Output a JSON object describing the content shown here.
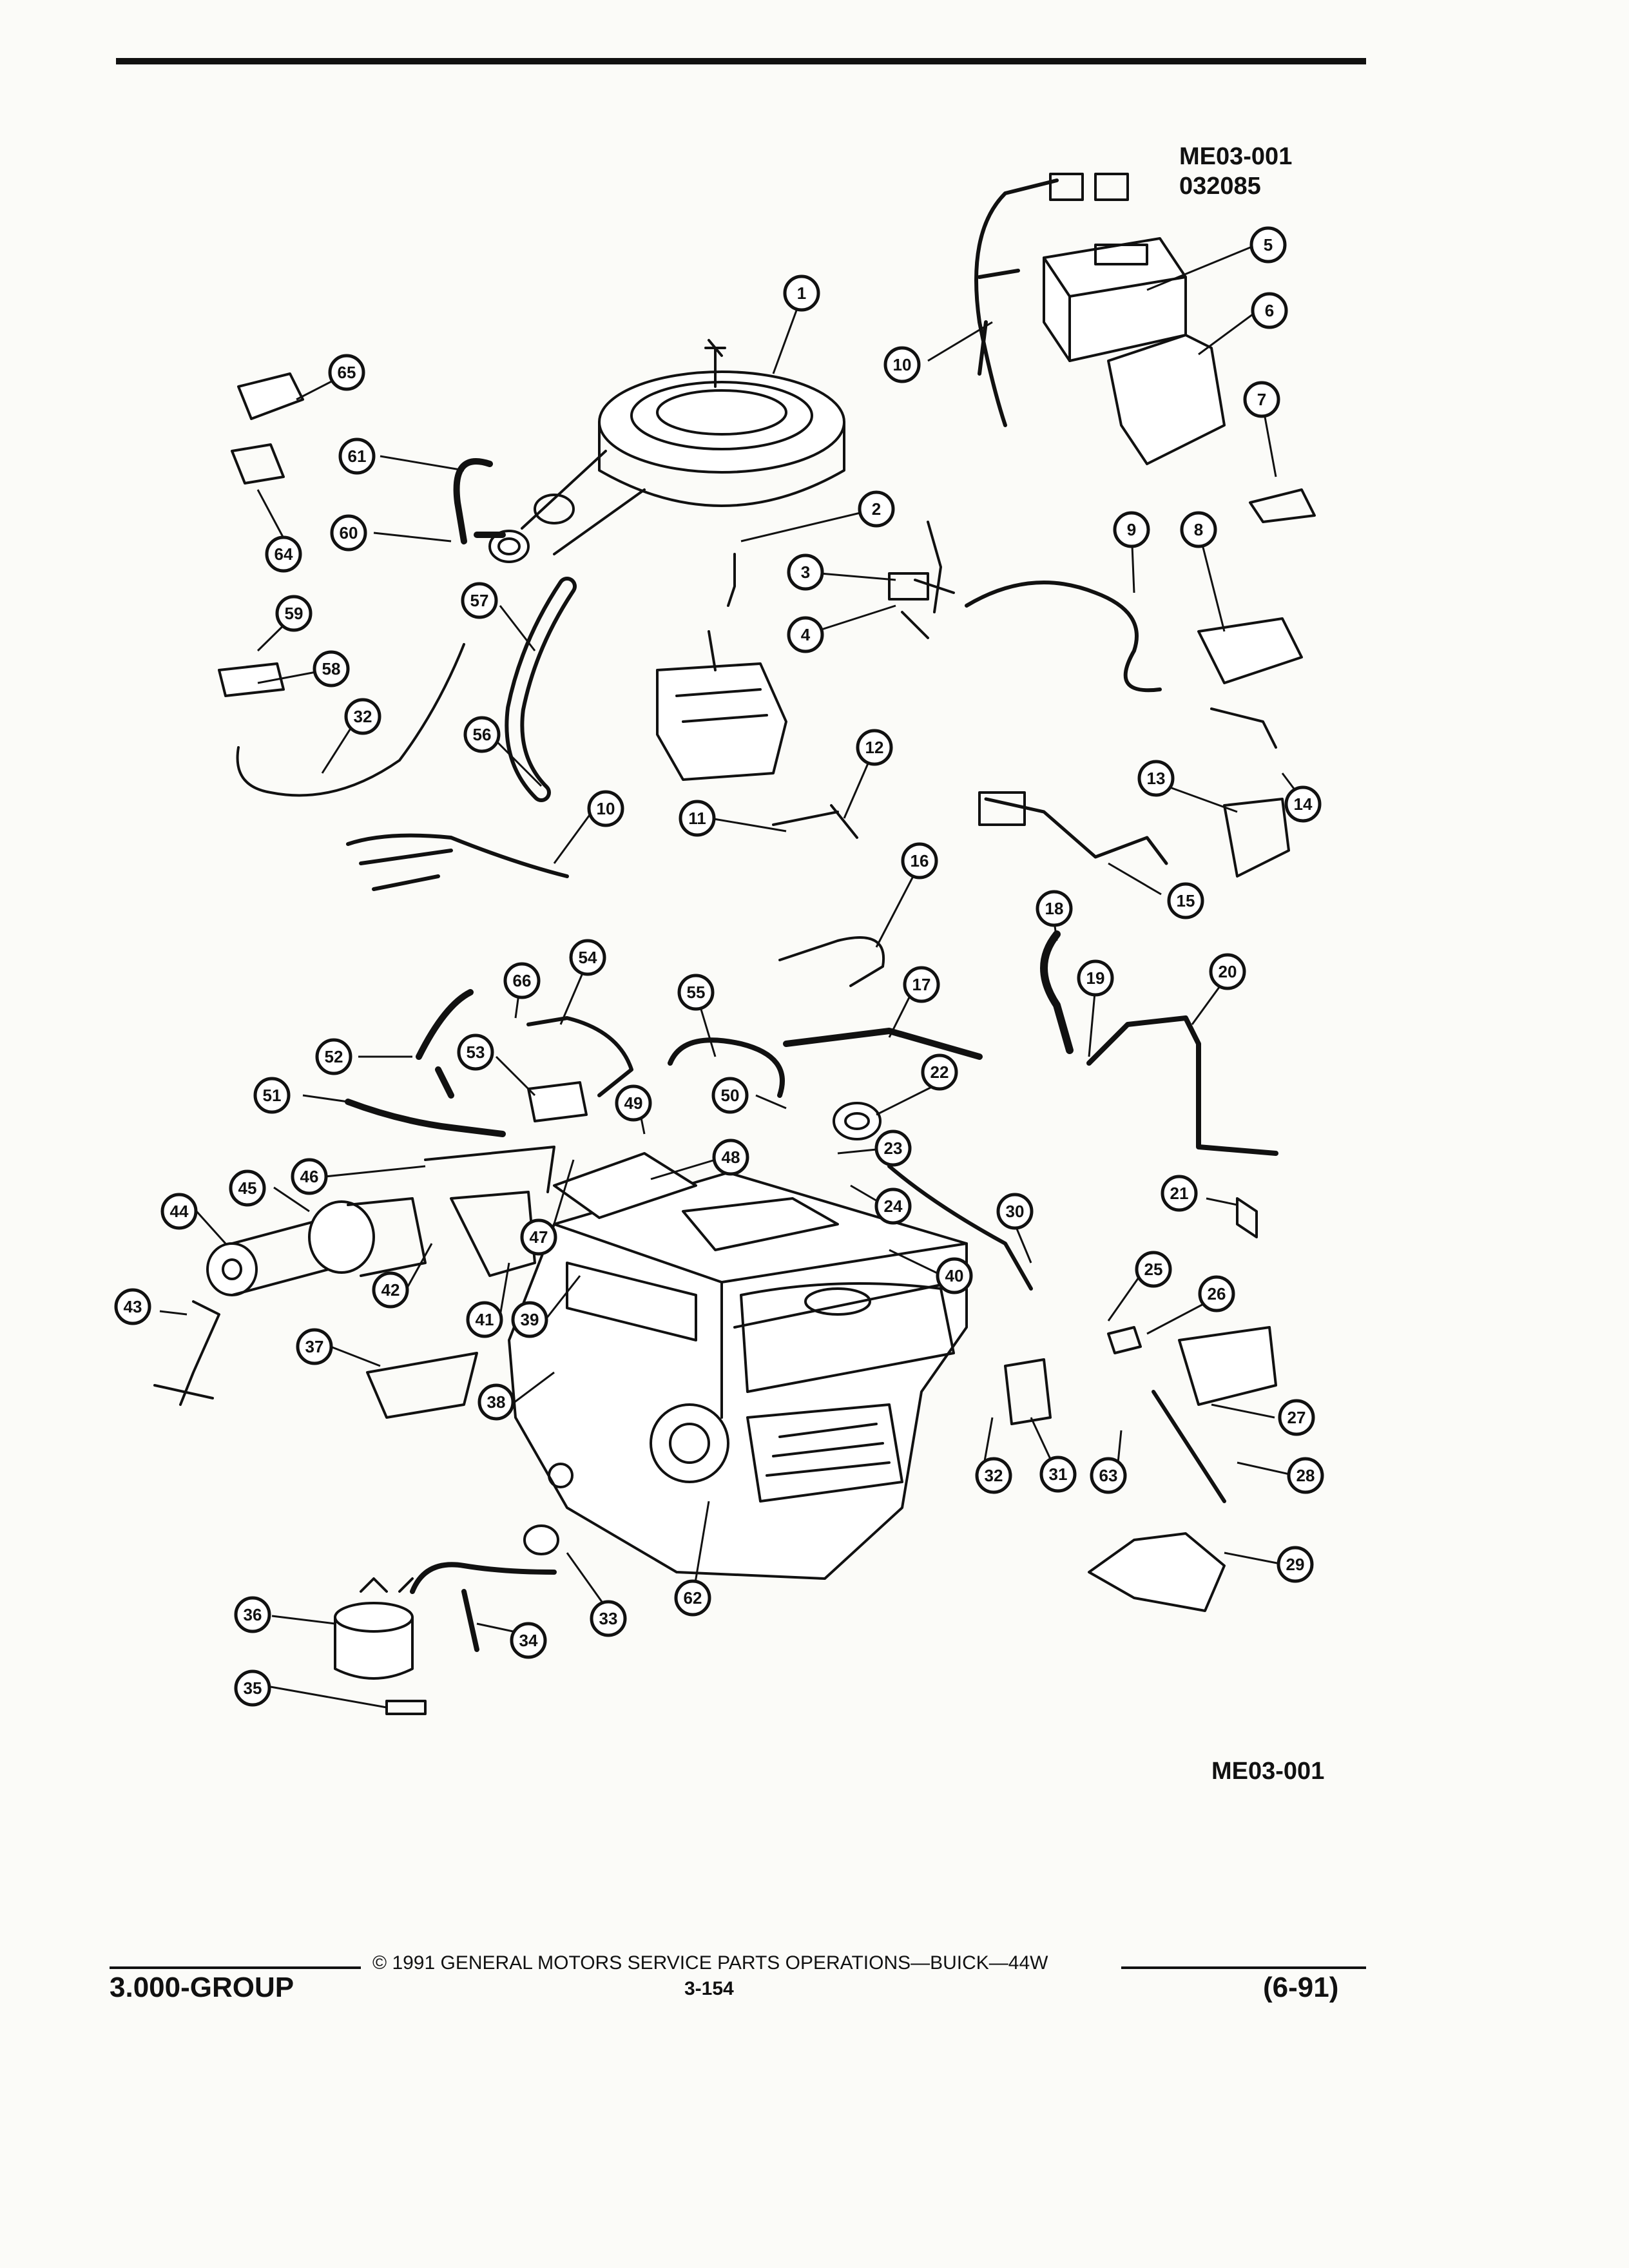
{
  "figure": {
    "id_top": "ME03-001",
    "code_top": "032085",
    "id_bottom": "ME03-001"
  },
  "footer": {
    "group": "3.000-GROUP",
    "copyright": "© 1991 GENERAL MOTORS SERVICE PARTS OPERATIONS—BUICK—44W",
    "page": "3-154",
    "date": "(6-91)"
  },
  "callouts": [
    "1",
    "2",
    "3",
    "4",
    "5",
    "6",
    "7",
    "8",
    "9",
    "10",
    "10",
    "11",
    "12",
    "13",
    "14",
    "15",
    "16",
    "17",
    "18",
    "19",
    "20",
    "21",
    "22",
    "23",
    "24",
    "25",
    "26",
    "27",
    "28",
    "29",
    "30",
    "31",
    "32",
    "32",
    "33",
    "34",
    "35",
    "36",
    "37",
    "38",
    "39",
    "40",
    "41",
    "42",
    "43",
    "44",
    "45",
    "46",
    "47",
    "48",
    "49",
    "50",
    "51",
    "52",
    "53",
    "54",
    "55",
    "56",
    "57",
    "58",
    "59",
    "60",
    "61",
    "62",
    "63",
    "64",
    "65",
    "66"
  ]
}
